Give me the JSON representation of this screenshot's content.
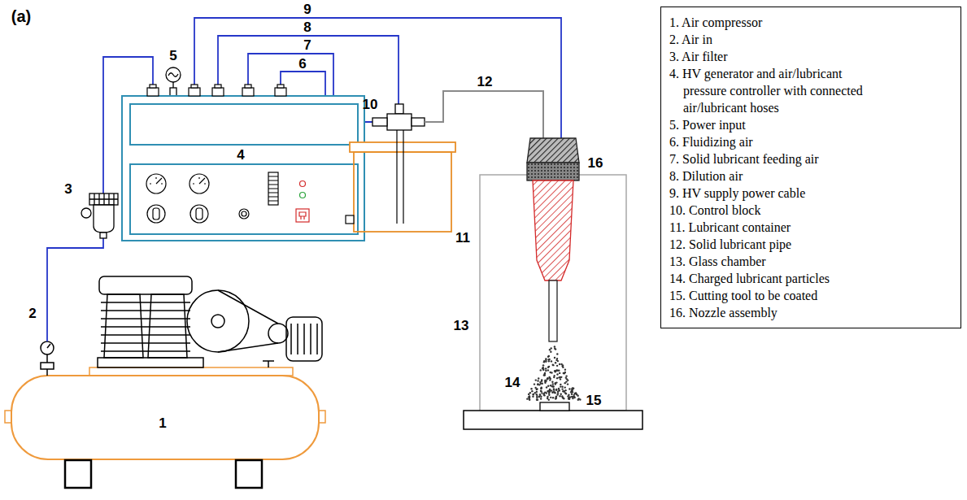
{
  "diagram": {
    "nodes": [
      {
        "text": [
          "1. Air compressor",
          "2. Air in",
          "3. Air filter",
          "4. HV generator and air/lubricant pressure controller with connected air/lubricant hoses",
          "5. Power input",
          "6. Fluidizing air",
          "7. Solid lubricant feeding air",
          "8. Dilution air",
          "9. HV supply power cable",
          "10. Control block",
          "11. Lubricant container",
          "12. Solid lubricant pipe",
          "13. Glass chamber",
          "14. Charged lubricant particles",
          "15. Cutting tool to be coated",
          "16. Nozzle assembly"
        ]
      }
    ],
    "labels": [
      "(a)",
      "1",
      "2",
      "3",
      "4",
      "5",
      "6",
      "7",
      "8",
      "9",
      "10",
      "11",
      "12",
      "13",
      "14",
      "15",
      "16"
    ]
  }
}
